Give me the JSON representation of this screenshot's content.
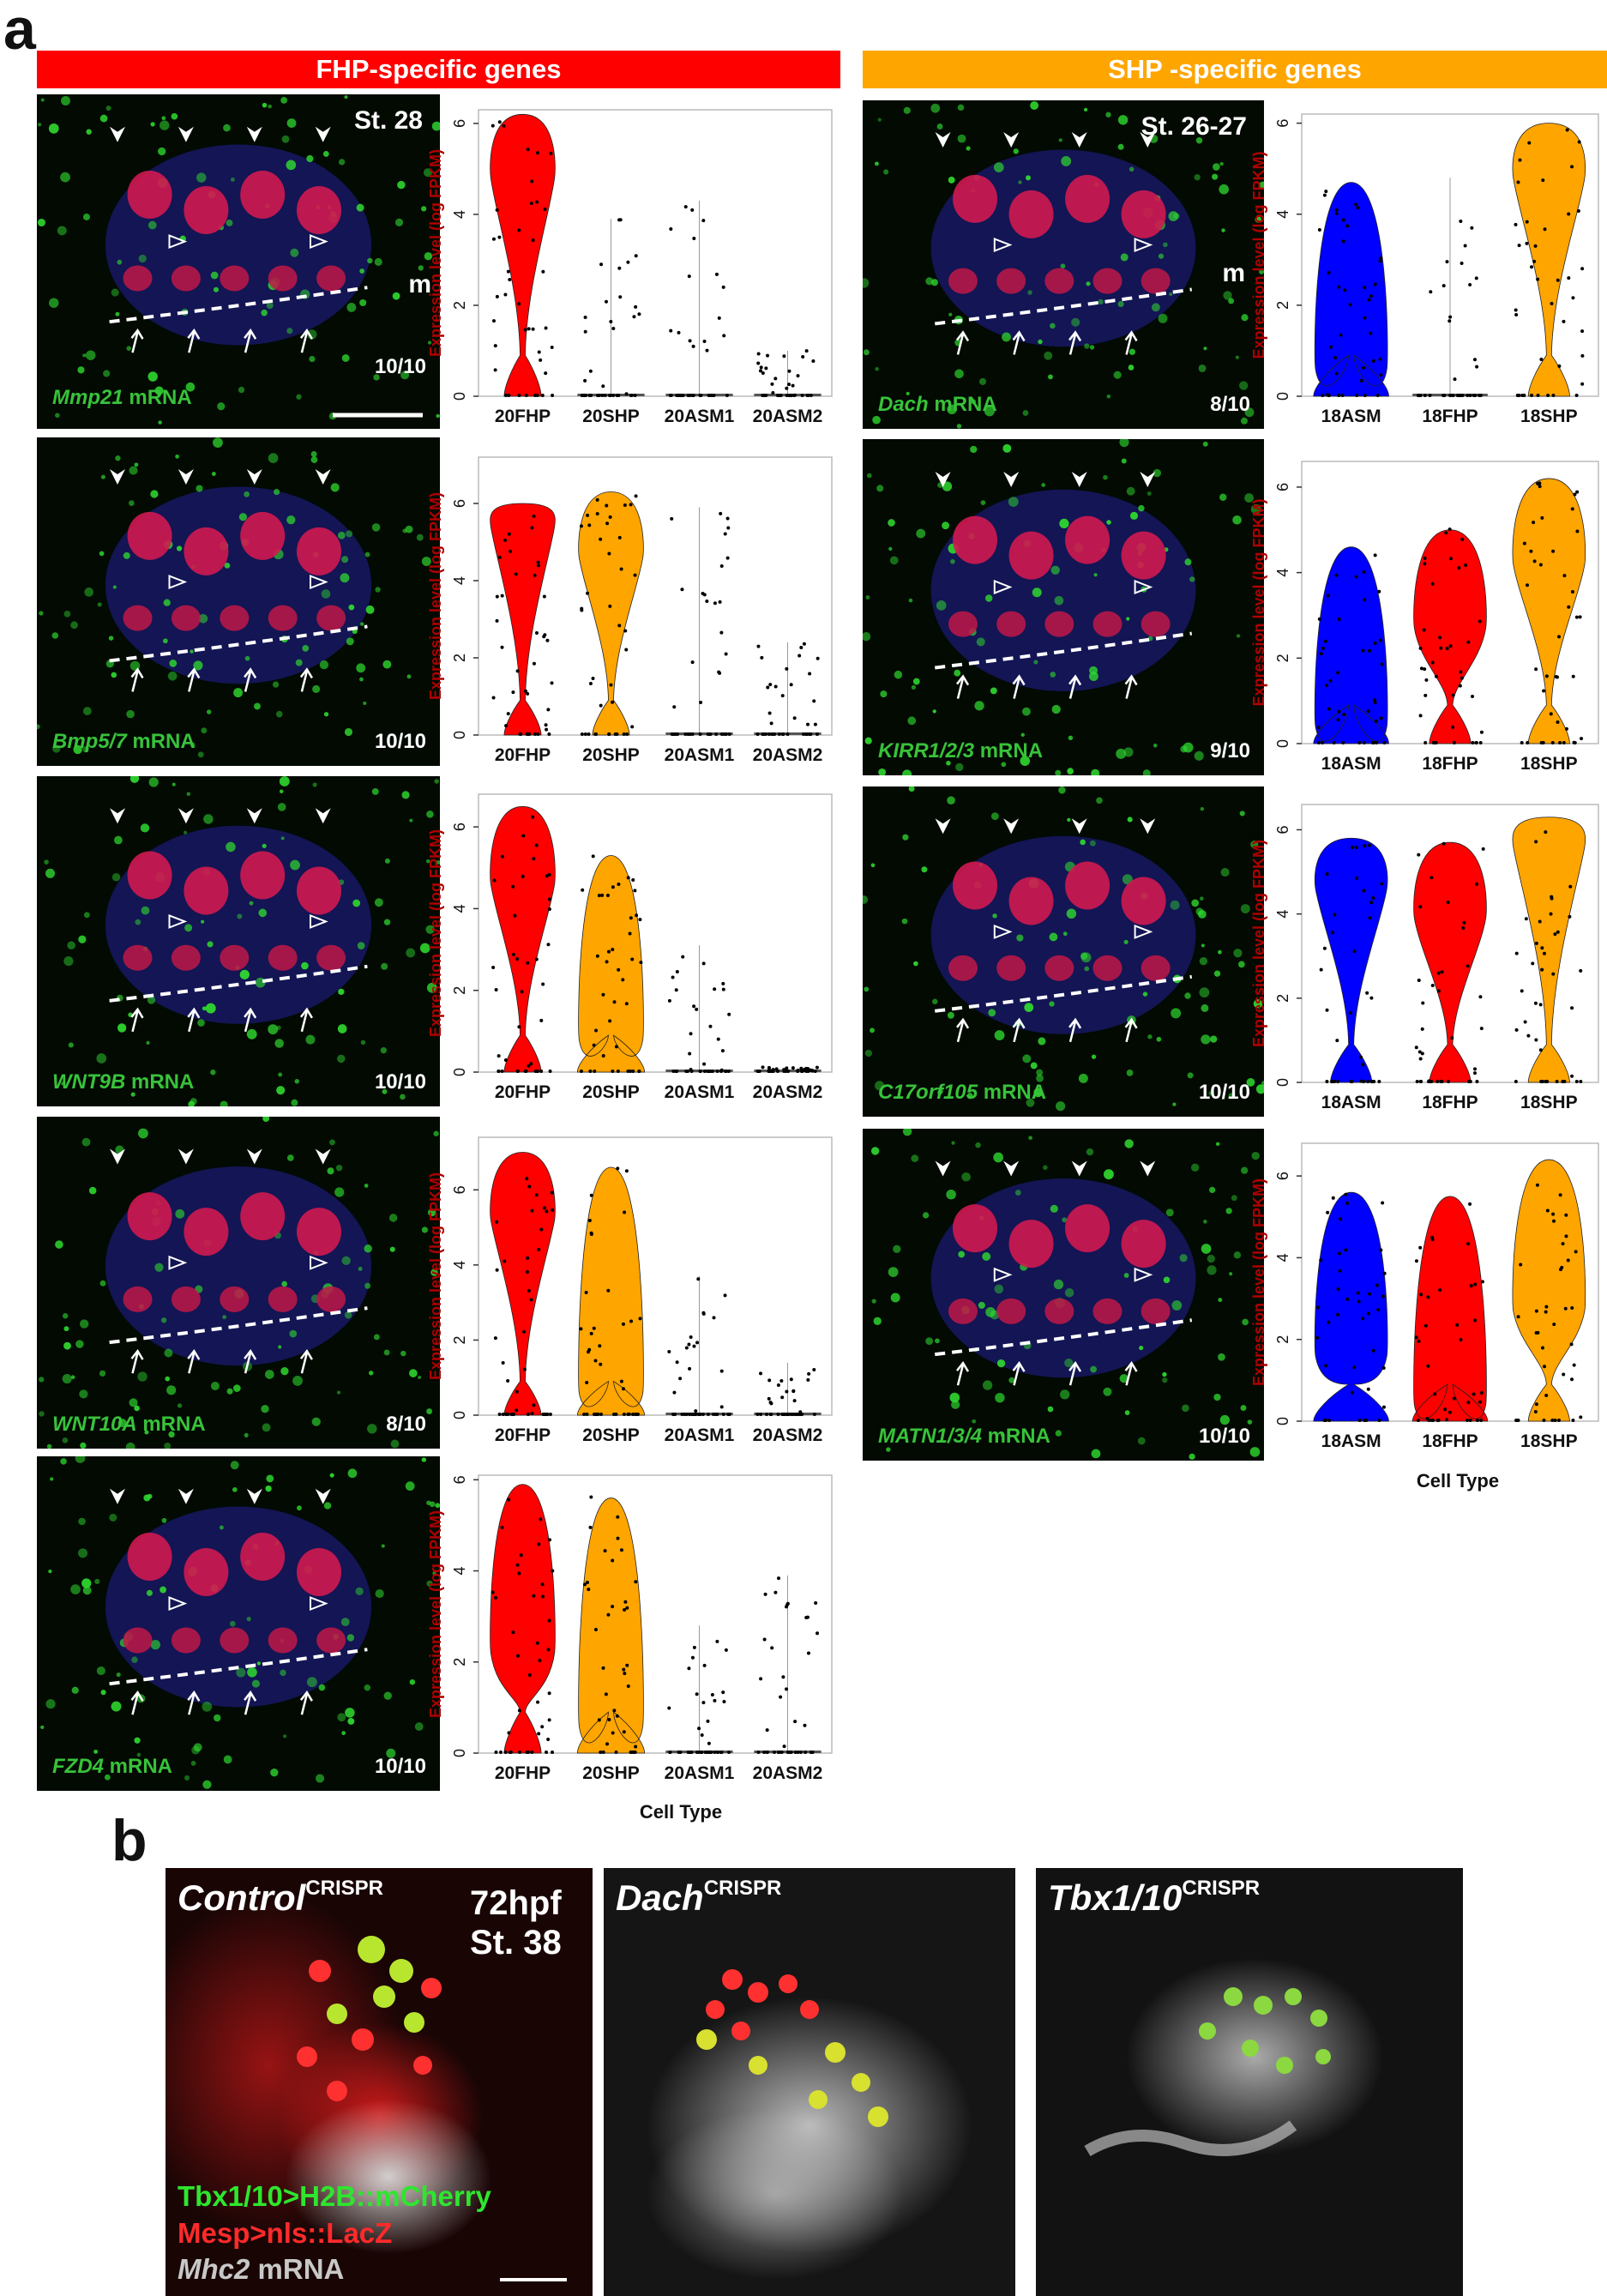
{
  "panel_a": {
    "letter": "a",
    "fhp_banner": "FHP-specific genes",
    "shp_banner": "SHP -specific genes",
    "colors": {
      "fhp": "#ff0000",
      "shp": "#ffa500",
      "asm": "#0000ff",
      "gray": "#cfcfcf"
    },
    "y_label": "Expression level (log FPKM)",
    "cell_type_label": "Cell Type",
    "left_images": [
      {
        "gene": "Mmp21",
        "suffix": " mRNA",
        "ratio": "10/10",
        "stage": "St. 28",
        "marker": "m"
      },
      {
        "gene": "Bmp5/7",
        "suffix": " mRNA",
        "ratio": "10/10"
      },
      {
        "gene": "WNT9B",
        "suffix": " mRNA",
        "ratio": "10/10"
      },
      {
        "gene": "WNT10A",
        "suffix": " mRNA",
        "ratio": "8/10"
      },
      {
        "gene": "FZD4",
        "suffix": " mRNA",
        "ratio": "10/10"
      }
    ],
    "right_images": [
      {
        "gene": "Dach",
        "suffix": " mRNA",
        "ratio": "8/10",
        "stage": "St. 26-27",
        "marker": "m"
      },
      {
        "gene": "KIRR1/2/3",
        "suffix": " mRNA",
        "ratio": "9/10"
      },
      {
        "gene": "C17orf105",
        "suffix": " mRNA",
        "ratio": "10/10"
      },
      {
        "gene": "MATN1/3/4",
        "suffix": " mRNA",
        "ratio": "10/10"
      }
    ]
  },
  "chart_data": [
    {
      "type": "violin",
      "title": "",
      "gene": "Mmp21",
      "categories": [
        "20FHP",
        "20SHP",
        "20ASM1",
        "20ASM2"
      ],
      "ylabel": "Expression level (log FPKM)",
      "ylim": [
        0,
        6.3
      ],
      "yticks": [
        0,
        2,
        4,
        6
      ],
      "series": [
        {
          "category": "20FHP",
          "color": "#ff0000",
          "max": 6.2,
          "median": 4.8
        },
        {
          "category": "20SHP",
          "color": "#cfcfcf",
          "max": 3.9,
          "median": 0
        },
        {
          "category": "20ASM1",
          "color": "#cfcfcf",
          "max": 4.3,
          "median": 0
        },
        {
          "category": "20ASM2",
          "color": "#cfcfcf",
          "max": 1.0,
          "median": 0
        }
      ]
    },
    {
      "type": "violin",
      "title": "",
      "gene": "Bmp5/7",
      "categories": [
        "20FHP",
        "20SHP",
        "20ASM1",
        "20ASM2"
      ],
      "ylabel": "Expression level (log FPKM)",
      "ylim": [
        0,
        7.2
      ],
      "yticks": [
        0,
        2,
        4,
        6
      ],
      "series": [
        {
          "category": "20FHP",
          "color": "#ff0000",
          "max": 6.0,
          "median": 5.4
        },
        {
          "category": "20SHP",
          "color": "#ffa500",
          "max": 6.3,
          "median": 4.6
        },
        {
          "category": "20ASM1",
          "color": "#cfcfcf",
          "max": 5.9,
          "median": 0
        },
        {
          "category": "20ASM2",
          "color": "#cfcfcf",
          "max": 2.4,
          "median": 0
        }
      ]
    },
    {
      "type": "violin",
      "title": "",
      "gene": "WNT9B",
      "categories": [
        "20FHP",
        "20SHP",
        "20ASM1",
        "20ASM2"
      ],
      "ylabel": "Expression level (log FPKM)",
      "ylim": [
        0,
        6.8
      ],
      "yticks": [
        0,
        2,
        4,
        6
      ],
      "series": [
        {
          "category": "20FHP",
          "color": "#ff0000",
          "max": 6.5,
          "median": 4.6
        },
        {
          "category": "20SHP",
          "color": "#ffa500",
          "max": 5.3,
          "median": 0.8
        },
        {
          "category": "20ASM1",
          "color": "#cfcfcf",
          "max": 3.1,
          "median": 0
        },
        {
          "category": "20ASM2",
          "color": "#cfcfcf",
          "max": 0.1,
          "median": 0
        }
      ]
    },
    {
      "type": "violin",
      "title": "",
      "gene": "WNT10A",
      "categories": [
        "20FHP",
        "20SHP",
        "20ASM1",
        "20ASM2"
      ],
      "ylabel": "Expression level (log FPKM)",
      "ylim": [
        0,
        7.4
      ],
      "yticks": [
        0,
        2,
        4,
        6
      ],
      "series": [
        {
          "category": "20FHP",
          "color": "#ff0000",
          "max": 7.0,
          "median": 5.2
        },
        {
          "category": "20SHP",
          "color": "#ffa500",
          "max": 6.6,
          "median": 0.6
        },
        {
          "category": "20ASM1",
          "color": "#cfcfcf",
          "max": 3.7,
          "median": 0
        },
        {
          "category": "20ASM2",
          "color": "#cfcfcf",
          "max": 1.4,
          "median": 0
        }
      ]
    },
    {
      "type": "violin",
      "title": "",
      "gene": "FZD4",
      "categories": [
        "20FHP",
        "20SHP",
        "20ASM1",
        "20ASM2"
      ],
      "ylabel": "Expression level (log FPKM)",
      "xlabel": "Cell Type",
      "ylim": [
        0,
        6.1
      ],
      "yticks": [
        0,
        2,
        4,
        6
      ],
      "series": [
        {
          "category": "20FHP",
          "color": "#ff0000",
          "max": 5.9,
          "median": 2.2
        },
        {
          "category": "20SHP",
          "color": "#ffa500",
          "max": 5.6,
          "median": 0.6
        },
        {
          "category": "20ASM1",
          "color": "#cfcfcf",
          "max": 2.8,
          "median": 0
        },
        {
          "category": "20ASM2",
          "color": "#cfcfcf",
          "max": 3.9,
          "median": 0
        }
      ]
    },
    {
      "type": "violin",
      "title": "",
      "gene": "Dach",
      "categories": [
        "18ASM",
        "18FHP",
        "18SHP"
      ],
      "ylabel": "Expression level (log FPKM)",
      "ylim": [
        0,
        6.2
      ],
      "yticks": [
        0,
        2,
        4,
        6
      ],
      "series": [
        {
          "category": "18ASM",
          "color": "#0000ff",
          "max": 4.7,
          "median": 0.6
        },
        {
          "category": "18FHP",
          "color": "#cfcfcf",
          "max": 4.8,
          "median": 0
        },
        {
          "category": "18SHP",
          "color": "#ffa500",
          "max": 6.0,
          "median": 4.8
        }
      ]
    },
    {
      "type": "violin",
      "title": "",
      "gene": "KIRR1/2/3",
      "categories": [
        "18ASM",
        "18FHP",
        "18SHP"
      ],
      "ylabel": "Expression level (log FPKM)",
      "ylim": [
        0,
        6.6
      ],
      "yticks": [
        0,
        2,
        4,
        6
      ],
      "series": [
        {
          "category": "18ASM",
          "color": "#0000ff",
          "max": 4.6,
          "median": 0.4
        },
        {
          "category": "18FHP",
          "color": "#ff0000",
          "max": 5.0,
          "median": 2.7
        },
        {
          "category": "18SHP",
          "color": "#ffa500",
          "max": 6.2,
          "median": 4.2
        }
      ]
    },
    {
      "type": "violin",
      "title": "",
      "gene": "C17orf105",
      "categories": [
        "18ASM",
        "18FHP",
        "18SHP"
      ],
      "ylabel": "Expression level (log FPKM)",
      "ylim": [
        0,
        6.6
      ],
      "yticks": [
        0,
        2,
        4,
        6
      ],
      "series": [
        {
          "category": "18ASM",
          "color": "#0000ff",
          "max": 5.8,
          "median": 4.6
        },
        {
          "category": "18FHP",
          "color": "#ff0000",
          "max": 5.7,
          "median": 3.9
        },
        {
          "category": "18SHP",
          "color": "#ffa500",
          "max": 6.3,
          "median": 5.6
        }
      ]
    },
    {
      "type": "violin",
      "title": "",
      "gene": "MATN1/3/4",
      "categories": [
        "18ASM",
        "18FHP",
        "18SHP"
      ],
      "ylabel": "Expression level (log FPKM)",
      "xlabel": "Cell Type",
      "ylim": [
        0,
        6.8
      ],
      "yticks": [
        0,
        2,
        4,
        6
      ],
      "series": [
        {
          "category": "18ASM",
          "color": "#0000ff",
          "max": 5.6,
          "median": 1.6
        },
        {
          "category": "18FHP",
          "color": "#ff0000",
          "max": 5.5,
          "median": 0.4
        },
        {
          "category": "18SHP",
          "color": "#ffa500",
          "max": 6.4,
          "median": 2.7
        }
      ]
    }
  ],
  "panel_b": {
    "letter": "b",
    "images": [
      {
        "title": "Control",
        "sup": "CRISPR",
        "stage_line1": "72hpf",
        "stage_line2": "St. 38"
      },
      {
        "title": "Dach",
        "sup": "CRISPR"
      },
      {
        "title": "Tbx1/10",
        "sup": "CRISPR"
      }
    ],
    "legend": [
      {
        "text": "Tbx1/10>H2B::mCherry",
        "color": "#2ee62e"
      },
      {
        "text": "Mesp>nls::LacZ",
        "color": "#ff2a2a"
      },
      {
        "italic": "Mhc2",
        "text": " mRNA",
        "color": "#c8c8c8"
      }
    ]
  }
}
